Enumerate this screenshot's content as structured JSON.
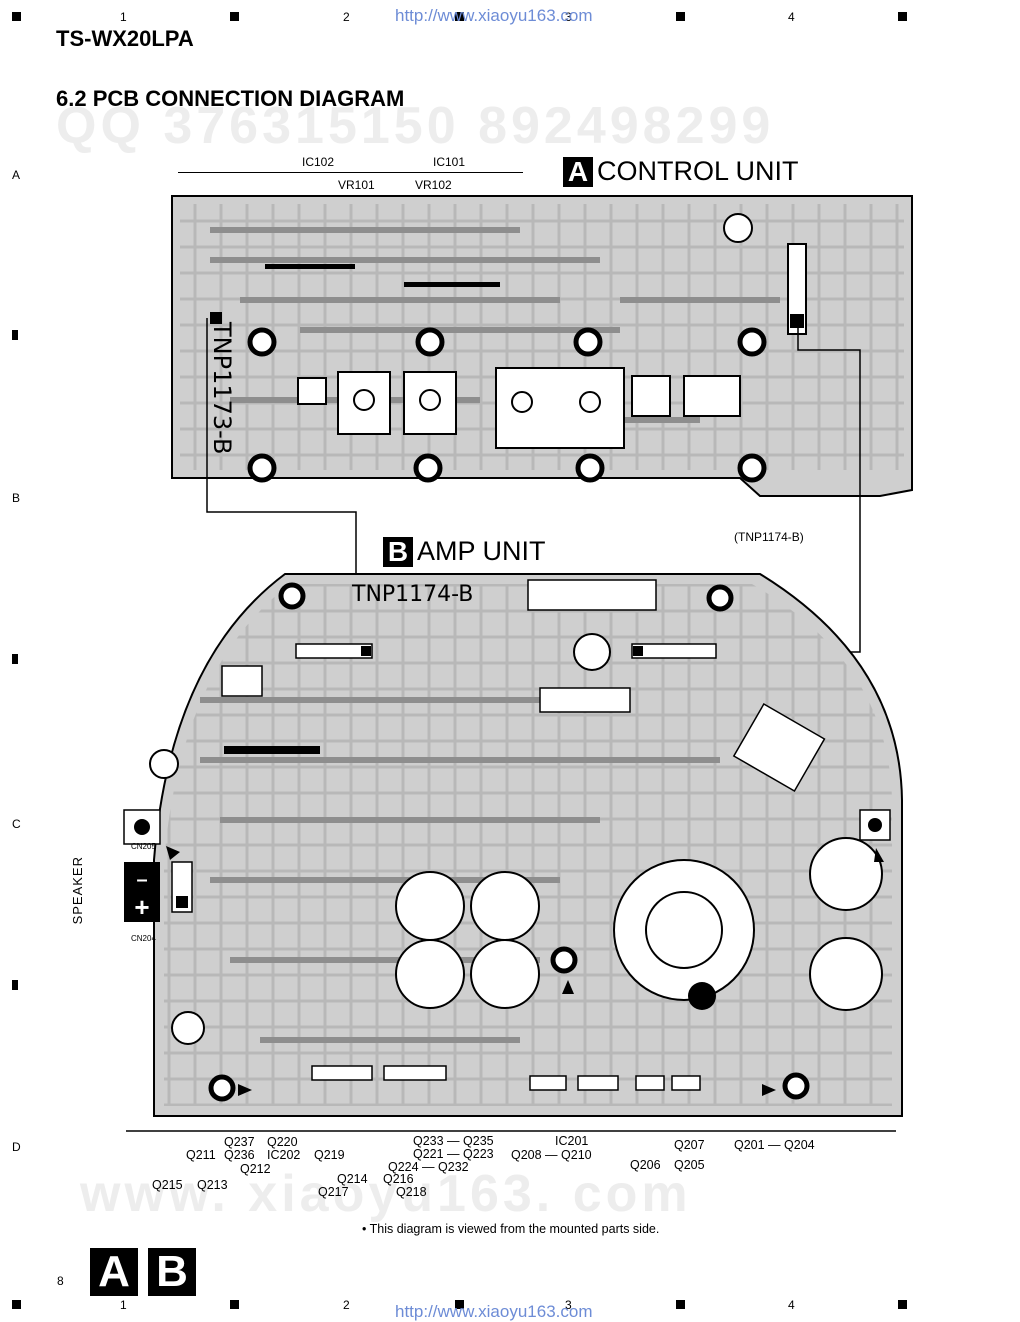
{
  "header": {
    "model": "TS-WX20LPA",
    "section": "6.2 PCB CONNECTION DIAGRAM",
    "url_top": "http://www.xiaoyu163.com",
    "url_bottom": "http://www.xiaoyu163.com"
  },
  "watermarks": {
    "qq": "QQ 376315150  892498299",
    "www": "www. xiaoyu163. com"
  },
  "grid": {
    "columns": [
      "1",
      "2",
      "3",
      "4"
    ],
    "rows": [
      "A",
      "B",
      "C",
      "D"
    ]
  },
  "control_unit": {
    "badge": "A",
    "title": "CONTROL UNIT",
    "ic_labels": [
      "IC102",
      "IC101"
    ],
    "vr_labels": [
      "VR101",
      "VR102"
    ],
    "board_id": "TNP1173-B"
  },
  "amp_unit": {
    "badge": "B",
    "title": "AMP UNIT",
    "board_ref": "(TNP1174-B)",
    "board_id": "TNP1174-B"
  },
  "speaker_label": "SPEAKER",
  "connector_labels": {
    "cn204": "CN204",
    "cn205": "CN205"
  },
  "component_labels": [
    {
      "id": "q237",
      "text": "Q237"
    },
    {
      "id": "q220",
      "text": "Q220"
    },
    {
      "id": "q211",
      "text": "Q211"
    },
    {
      "id": "q236",
      "text": "Q236"
    },
    {
      "id": "ic202",
      "text": "IC202"
    },
    {
      "id": "q219",
      "text": "Q219"
    },
    {
      "id": "q212",
      "text": "Q212"
    },
    {
      "id": "q215",
      "text": "Q215"
    },
    {
      "id": "q213",
      "text": "Q213"
    },
    {
      "id": "q214",
      "text": "Q214"
    },
    {
      "id": "q216",
      "text": "Q216"
    },
    {
      "id": "q217",
      "text": "Q217"
    },
    {
      "id": "q218",
      "text": "Q218"
    },
    {
      "id": "q233_q235",
      "text": "Q233 — Q235"
    },
    {
      "id": "q221_q223",
      "text": "Q221 — Q223"
    },
    {
      "id": "q224_q232",
      "text": "Q224 — Q232"
    },
    {
      "id": "ic201",
      "text": "IC201"
    },
    {
      "id": "q208_q210",
      "text": "Q208 — Q210"
    },
    {
      "id": "q207",
      "text": "Q207"
    },
    {
      "id": "q206",
      "text": "Q206"
    },
    {
      "id": "q205",
      "text": "Q205"
    },
    {
      "id": "q201_q204",
      "text": "Q201 — Q204"
    }
  ],
  "note": "• This diagram is viewed from the mounted parts side.",
  "page_number": "8",
  "footer_badges": [
    "A",
    "B"
  ],
  "colors": {
    "ink": "#000000",
    "url": "#6d8cd6",
    "board_fill": "#cfcfcf",
    "board_dark": "#9a9a9a"
  }
}
